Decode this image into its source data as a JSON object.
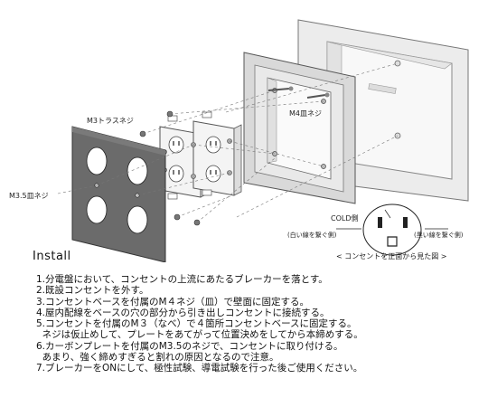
{
  "labels": {
    "m3_truss_screw": "M3トラスネジ",
    "m4_flat_screw": "M4皿ネジ",
    "m35_flat_screw": "M3.5皿ネジ",
    "cold_side": "COLD側",
    "white_wire": "(白い線を繋ぐ側)",
    "black_wire": "(黒い線を繋ぐ側)",
    "front_view": "< コンセントを正面から見た図 >"
  },
  "install": {
    "title": "Install",
    "steps": [
      "1.分電盤において、コンセントの上流にあたるブレーカーを落とす。",
      "2.既設コンセントを外す。",
      "3.コンセントベースを付属のM４ネジ（皿）で壁面に固定する。",
      "4.屋内配線をベースの穴の部分から引き出しコンセントに接続する。",
      "5.コンセントを付属のM３（なべ）で４箇所コンセントベースに固定する。",
      "  ネジは仮止めして、プレートをあてがって位置決めをしてから本締めする。",
      "6.カーボンプレートを付属のM3.5のネジで、コンセントに取り付ける。",
      "  あまり、強く締めすぎると割れの原因となるので注意。",
      "7.ブレーカーをONにして、極性試験、導電試験を行った後ご使用ください。"
    ]
  }
}
